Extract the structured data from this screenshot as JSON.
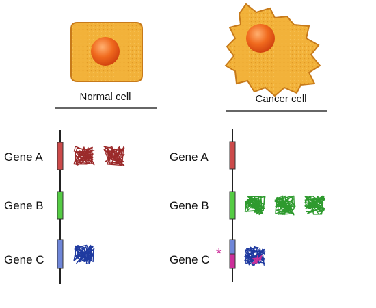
{
  "headers": {
    "normal": "Normal cell",
    "cancer": "Cancer cell"
  },
  "normal_genes": [
    {
      "label": "Gene A",
      "segment_color": "#cc4a4a",
      "protein_count": 2,
      "protein_color": "#9b2a2a"
    },
    {
      "label": "Gene B",
      "segment_color": "#55cc44",
      "protein_count": 0,
      "protein_color": "#2e9a2e"
    },
    {
      "label": "Gene C",
      "segment_color": "#6f86d8",
      "protein_count": 1,
      "protein_color": "#1f3aa0"
    }
  ],
  "cancer_genes": [
    {
      "label": "Gene A",
      "segment_color": "#cc4a4a",
      "protein_count": 0,
      "protein_color": "#9b2a2a"
    },
    {
      "label": "Gene B",
      "segment_color": "#55cc44",
      "protein_count": 3,
      "protein_color": "#2e9a2e"
    },
    {
      "label": "Gene C",
      "segment_color": "#6f86d8",
      "protein_count": 1,
      "protein_color": "#1f3aa0",
      "mutation_color": "#cc2f9a"
    }
  ],
  "mutation_marker": "*",
  "colors": {
    "cell_fill": "#f2b23a",
    "cell_stroke": "#c77a1a",
    "nucleus": "#e8561a",
    "chromosome_line": "#222222",
    "mutation": "#cc2f9a"
  }
}
